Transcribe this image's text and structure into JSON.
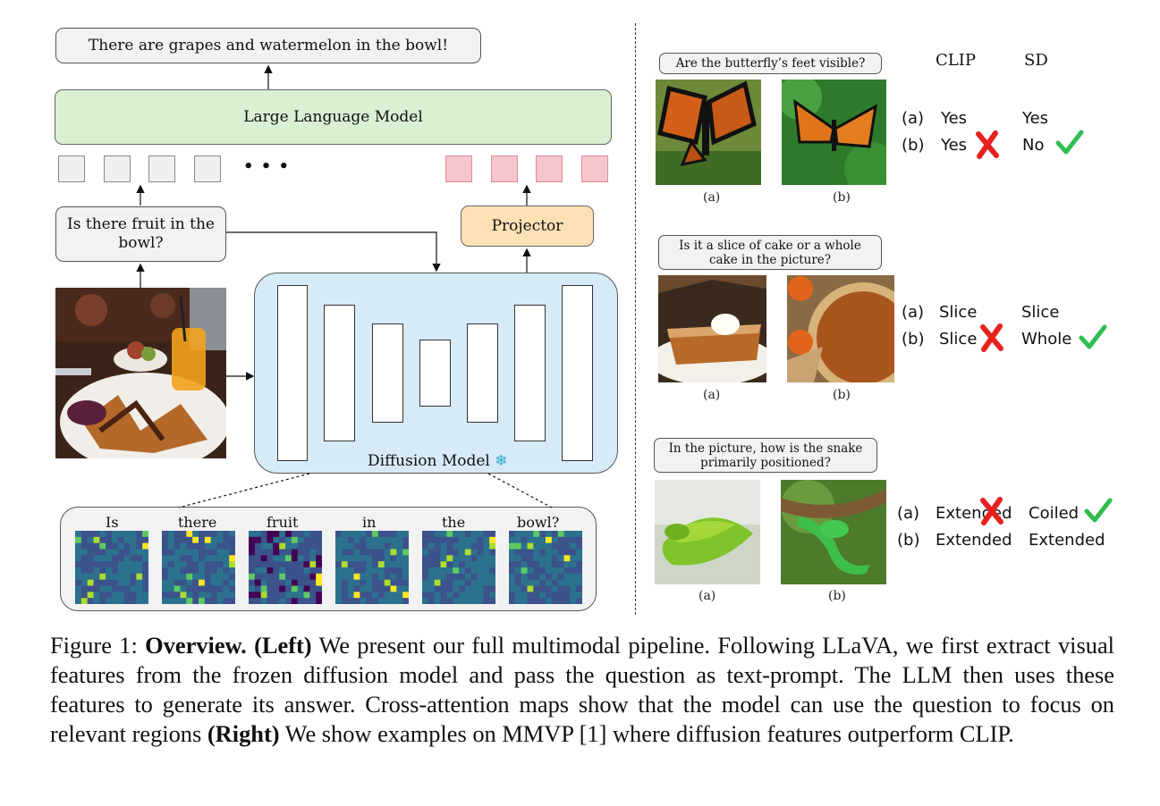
{
  "left": {
    "output_text": "There are grapes and watermelon in the bowl!",
    "llm_label": "Large Language Model",
    "ellipsis": "• • •",
    "question_text": "Is there fruit in the bowl?",
    "projector_label": "Projector",
    "diffusion_label": "Diffusion Model",
    "snowflake": "❄",
    "attention_tokens": [
      "Is",
      "there",
      "fruit",
      "in",
      "the",
      "bowl?"
    ]
  },
  "right": {
    "col_clip": "CLIP",
    "col_sd": "SD",
    "examples": [
      {
        "question": "Are the butterfly’s feet visible?",
        "img_a": "(a)",
        "img_b": "(b)",
        "row_a": {
          "label": "(a)",
          "clip": "Yes",
          "sd": "Yes"
        },
        "row_b": {
          "label": "(b)",
          "clip": "Yes",
          "sd": "No"
        }
      },
      {
        "question": "Is it a slice of cake or a whole cake in the picture?",
        "img_a": "(a)",
        "img_b": "(b)",
        "row_a": {
          "label": "(a)",
          "clip": "Slice",
          "sd": "Slice"
        },
        "row_b": {
          "label": "(b)",
          "clip": "Slice",
          "sd": "Whole"
        }
      },
      {
        "question": "In the picture, how is the snake primarily positioned?",
        "img_a": "(a)",
        "img_b": "(b)",
        "row_a": {
          "label": "(a)",
          "clip": "Extended",
          "sd": "Coiled"
        },
        "row_b": {
          "label": "(b)",
          "clip": "Extended",
          "sd": "Extended"
        }
      }
    ]
  },
  "caption": {
    "figure": "Figure 1:",
    "bold1": "Overview.",
    "bold2": "(Left)",
    "text1": "We present our full multimodal pipeline. Following LLaVA, we first extract visual features from the frozen diffusion model and pass the question as text-prompt. The LLM then uses these features to generate its answer. Cross-attention maps show that the model can use the question to focus on relevant regions",
    "bold3": "(Right)",
    "text2": "We show examples on MMVP [1] where diffusion features outperform CLIP."
  },
  "colors": {
    "llm_fill": "#d9f0d3",
    "projector_fill": "#fde0b4",
    "diffusion_fill": "#d6eaf8",
    "wrong": "#e8201e",
    "right": "#2ebd4f"
  }
}
